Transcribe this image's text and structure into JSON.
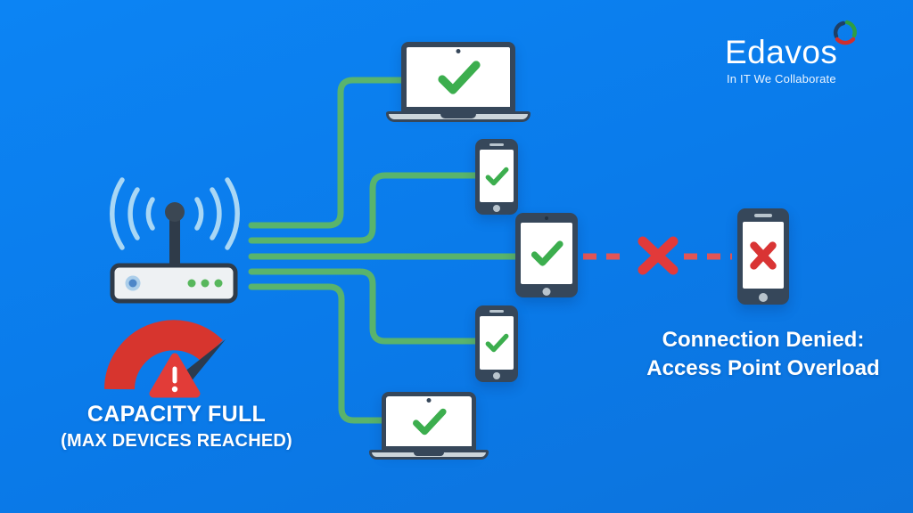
{
  "logo": {
    "name": "Edavos",
    "tagline": "In IT We Collaborate",
    "icon": "logo-swirl-icon"
  },
  "access_point": {
    "type": "wifi-router",
    "status": "full",
    "label_line1": "CAPACITY FULL",
    "label_line2": "(MAX DEVICES REACHED)",
    "icons": [
      "wifi-router-icon",
      "wifi-waves-icon",
      "capacity-gauge-icon",
      "warning-triangle-icon"
    ]
  },
  "denied_message": {
    "line1": "Connection Denied:",
    "line2": "Access Point Overload"
  },
  "devices": [
    {
      "type": "laptop",
      "position": "top",
      "status": "connected",
      "status_icon": "checkmark-icon"
    },
    {
      "type": "smartphone",
      "position": "upper-middle",
      "status": "connected",
      "status_icon": "checkmark-icon"
    },
    {
      "type": "tablet",
      "position": "middle",
      "status": "connected",
      "status_icon": "checkmark-icon"
    },
    {
      "type": "smartphone",
      "position": "lower-middle",
      "status": "connected",
      "status_icon": "checkmark-icon"
    },
    {
      "type": "laptop",
      "position": "bottom",
      "status": "connected",
      "status_icon": "checkmark-icon"
    },
    {
      "type": "smartphone",
      "position": "right",
      "status": "denied",
      "status_icon": "x-icon"
    }
  ],
  "colors": {
    "background": "#0b7ded",
    "connection_line_green": "#5eb766",
    "denied_dash_red": "#e25555",
    "denied_x_red": "#e23a3a",
    "checkmark_green": "#3cae4e",
    "device_navy": "#36475a",
    "device_base_gray": "#cbd5db",
    "gauge_red": "#d7352e",
    "needle_navy": "#2c3b4d",
    "wifi_wave_blue": "#a9d7f5",
    "text_white": "#ffffff"
  }
}
